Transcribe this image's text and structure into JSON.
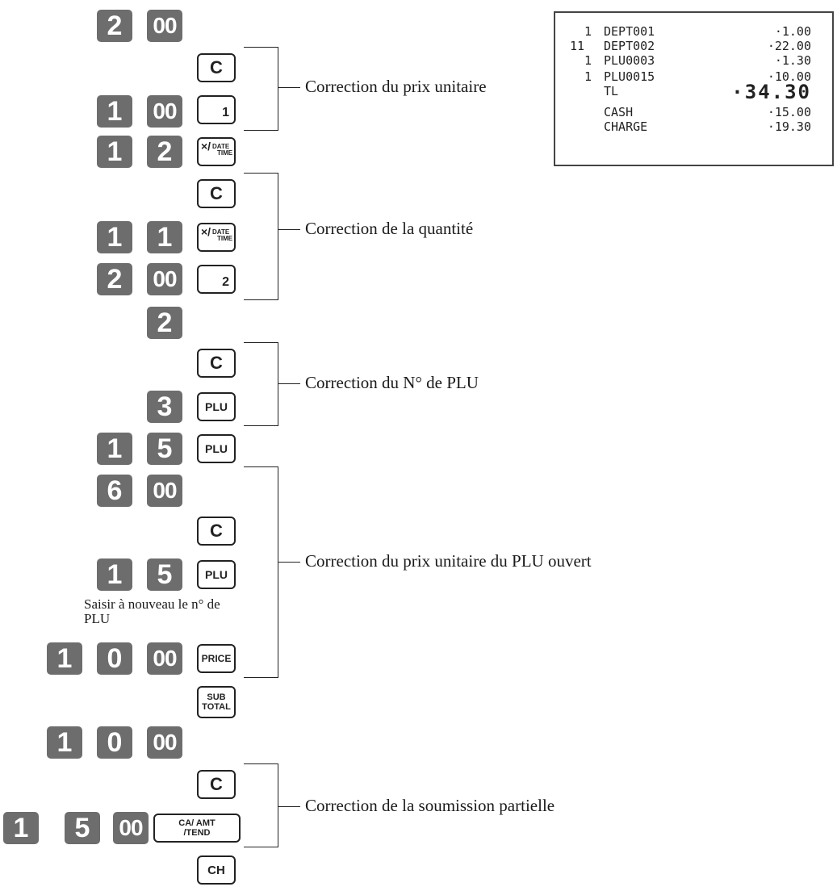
{
  "receipt": {
    "lines": [
      {
        "qty": "1",
        "name": "DEPT001",
        "amount": "·1.00"
      },
      {
        "qty": "11",
        "name": "DEPT002",
        "amount": "·22.00"
      },
      {
        "qty": "1",
        "name": "PLU0003",
        "amount": "·1.30"
      },
      {
        "qty": "1",
        "name": "PLU0015",
        "amount": "·10.00"
      }
    ],
    "total_label": "TL",
    "total_amount": "·34.30",
    "cash_label": "CASH",
    "cash_amount": "·15.00",
    "charge_label": "CHARGE",
    "charge_amount": "·19.30"
  },
  "keys": {
    "one": "1",
    "two": "2",
    "three": "3",
    "five": "5",
    "six": "6",
    "zero": "0",
    "double_zero": "00",
    "clear": "C",
    "plu": "PLU",
    "price": "PRICE",
    "subtotal_top": "SUB",
    "subtotal_bottom": "TOTAL",
    "charge": "CH",
    "dept1": "1",
    "dept2": "2",
    "mult_symbol": "×/",
    "mult_date": "DATE",
    "mult_time": "TIME",
    "ca_top": "CA/ AMT",
    "ca_bottom": "/TEND"
  },
  "labels": {
    "unit_price": "Correction du prix unitaire",
    "quantity": "Correction de la quantité",
    "plu_number": "Correction du N° de PLU",
    "open_plu_price": "Correction du prix unitaire du PLU ouvert",
    "partial_tender": "Correction de la soumission partielle",
    "reenter_plu": "Saisir à nouveau le n° de PLU"
  }
}
